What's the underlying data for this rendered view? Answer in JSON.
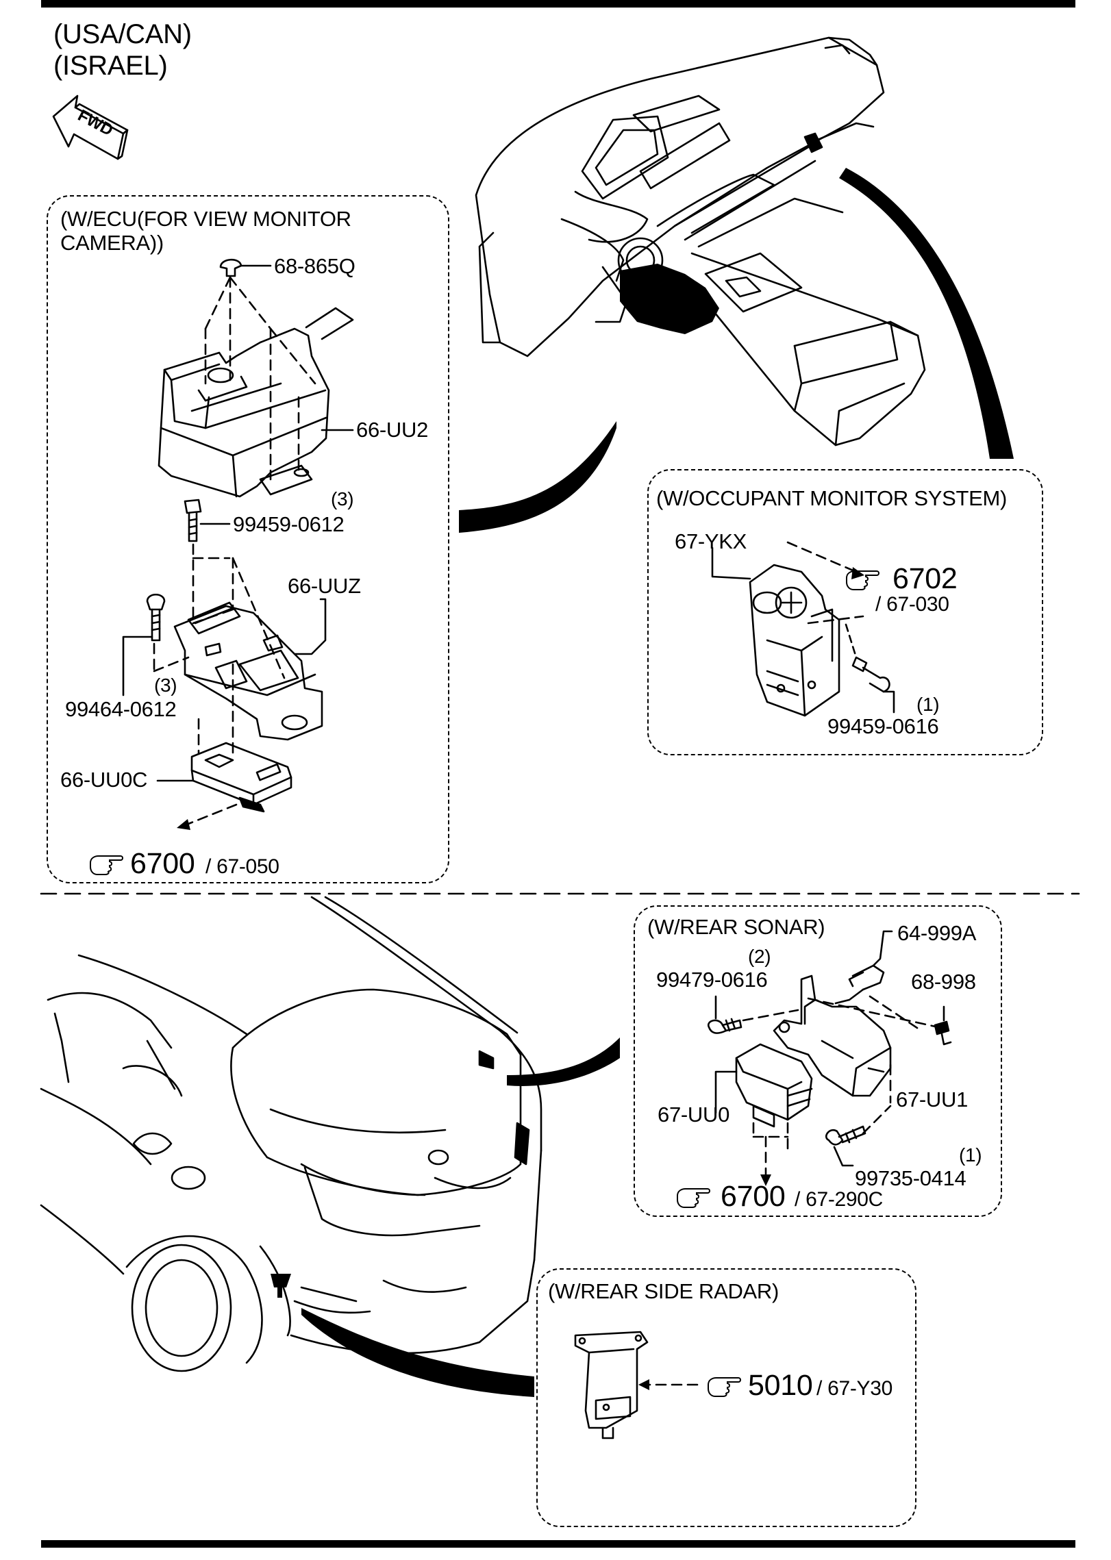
{
  "header": {
    "region_line1": "(USA/CAN)",
    "region_line2": "(ISRAEL)",
    "fwd_label": "FWD"
  },
  "groups": {
    "ecu": {
      "title_line1": "(W/ECU(FOR VIEW MONITOR",
      "title_line2": "CAMERA))",
      "parts": {
        "clip": "68-865Q",
        "cover": "66-UU2",
        "bolt_upper": "99459-0612",
        "bolt_upper_qty": "(3)",
        "bracket": "66-UUZ",
        "bolt_lower": "99464-0612",
        "bolt_lower_qty": "(3)",
        "ecu_unit": "66-UU0C"
      },
      "ref_main": "6700",
      "ref_sub": "/ 67-050"
    },
    "occupant": {
      "title": "(W/OCCUPANT MONITOR SYSTEM)",
      "parts": {
        "unit": "67-YKX",
        "bolt": "99459-0616",
        "bolt_qty": "(1)"
      },
      "ref_main": "6702",
      "ref_sub": "/ 67-030"
    },
    "sonar": {
      "title": "(W/REAR SONAR)",
      "parts": {
        "screw": "64-999A",
        "bolt_top": "99479-0616",
        "bolt_top_qty": "(2)",
        "clip": "68-998",
        "bracket": "67-UU1",
        "unit": "67-UU0",
        "bolt_bottom": "99735-0414",
        "bolt_bottom_qty": "(1)"
      },
      "ref_main": "6700",
      "ref_sub": "/ 67-290C"
    },
    "radar": {
      "title": "(W/REAR SIDE RADAR)",
      "ref_main": "5010",
      "ref_sub": "/ 67-Y30"
    }
  },
  "icons": {
    "reference": "pointing-hand-icon",
    "forward": "fwd-arrow-icon"
  }
}
